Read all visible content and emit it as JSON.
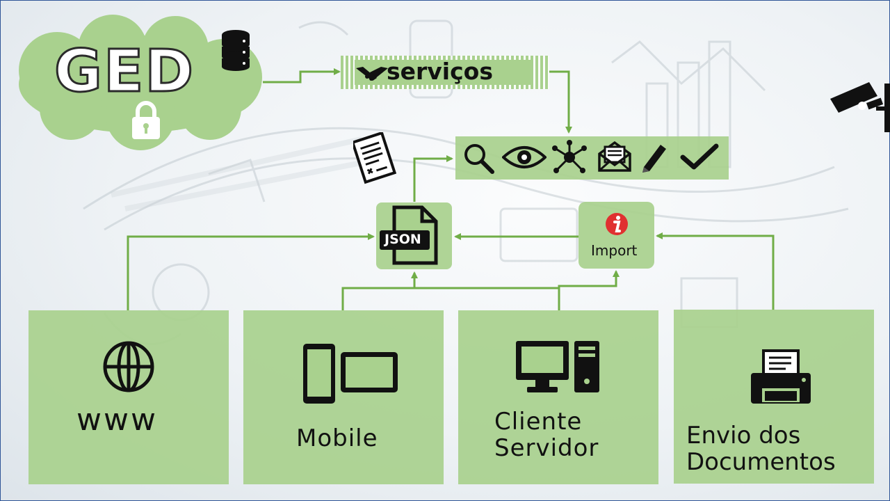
{
  "ged": {
    "title": "GED"
  },
  "services": {
    "label": "serviços"
  },
  "json_node": {
    "label": "JSON"
  },
  "import_node": {
    "label": "Import"
  },
  "sources": [
    {
      "label": "www"
    },
    {
      "label": "Mobile"
    },
    {
      "label_line1": "Cliente",
      "label_line2": "Servidor"
    },
    {
      "label_line1": "Envio dos",
      "label_line2": "Documentos"
    }
  ],
  "actions_bar": {
    "icons": [
      "search-icon",
      "eye-icon",
      "network-icon",
      "mail-icon",
      "pencil-icon",
      "check-icon"
    ]
  },
  "colors": {
    "box_green": "#a9d18e",
    "arrow_green": "#70ad47",
    "cloud_green": "#a9d18e",
    "import_red": "#e03030"
  }
}
